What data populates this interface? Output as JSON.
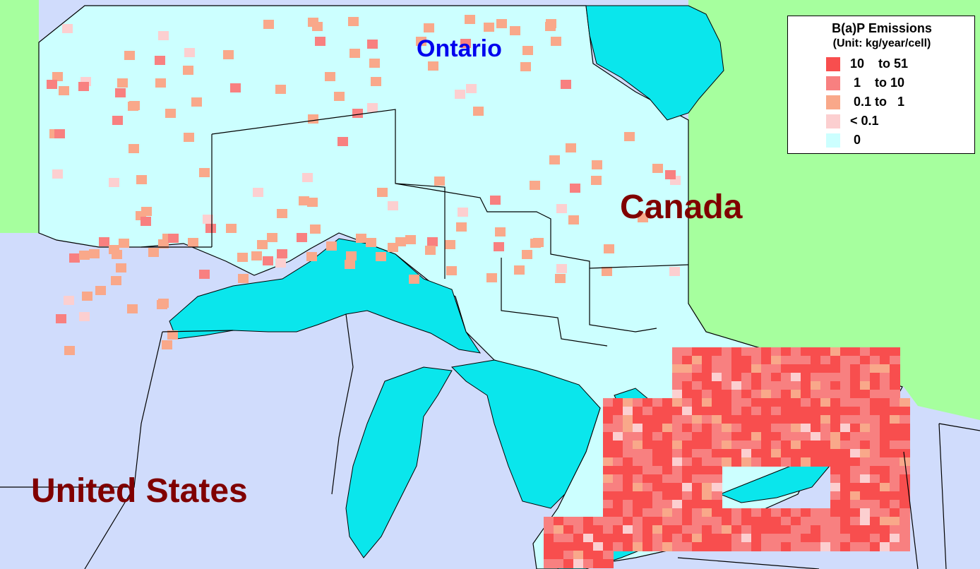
{
  "labels": {
    "ontario": "Ontario",
    "canada": "Canada",
    "united_states": "United States"
  },
  "legend": {
    "title": "B(a)P Emissions",
    "unit": "(Unit: kg/year/cell)",
    "items": [
      {
        "label": "10    to 51",
        "color": "#f84e4e"
      },
      {
        "label": " 1    to 10",
        "color": "#f88080"
      },
      {
        "label": " 0.1 to   1",
        "color": "#f9a88a"
      },
      {
        "label": "< 0.1",
        "color": "#fccfd0"
      },
      {
        "label": " 0",
        "color": "#ccffff"
      }
    ]
  },
  "colors": {
    "ontario_land": "#ccffff",
    "canada_other": "#a6ff9e",
    "united_states": "#d0dcfc",
    "water": "#0ae6ec",
    "ontario_label": "#0000ee",
    "country_label": "#800000",
    "boundary": "#000000"
  }
}
